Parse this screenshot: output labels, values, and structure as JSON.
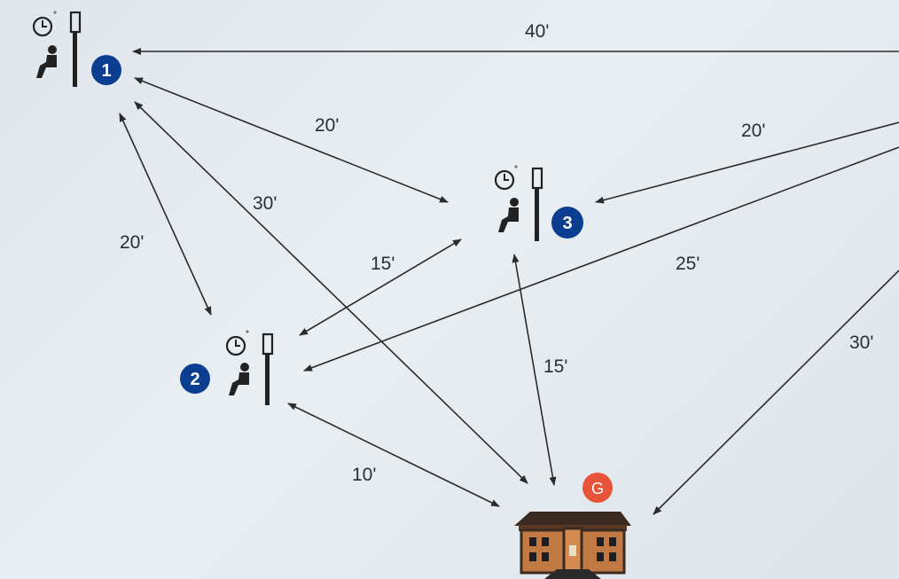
{
  "nodes": [
    {
      "id": "1",
      "label": "1",
      "color": "#0b3d91",
      "icons": [
        "clock-icon",
        "seated-person-icon",
        "bus-stop-pole-icon"
      ]
    },
    {
      "id": "2",
      "label": "2",
      "color": "#0b3d91",
      "icons": [
        "clock-icon",
        "seated-person-icon",
        "bus-stop-pole-icon"
      ]
    },
    {
      "id": "3",
      "label": "3",
      "color": "#0b3d91",
      "icons": [
        "clock-icon",
        "seated-person-icon",
        "bus-stop-pole-icon"
      ]
    },
    {
      "id": "G",
      "label": "G",
      "color": "#e8543a",
      "icons": [
        "school-building-icon"
      ]
    }
  ],
  "edges": [
    {
      "from": "offscreen-right",
      "to": "1",
      "label": "40'"
    },
    {
      "from": "1",
      "to": "3",
      "label": "20'"
    },
    {
      "from": "1",
      "to": "2",
      "label": "20'"
    },
    {
      "from": "1",
      "to": "G",
      "label": "30'"
    },
    {
      "from": "offscreen-right",
      "to": "3",
      "label": "20'"
    },
    {
      "from": "offscreen-right",
      "to": "2",
      "label": "25'"
    },
    {
      "from": "3",
      "to": "2",
      "label": "15'"
    },
    {
      "from": "3",
      "to": "G",
      "label": "15'"
    },
    {
      "from": "2",
      "to": "G",
      "label": "10'"
    },
    {
      "from": "offscreen-right",
      "to": "G",
      "label": "30'"
    }
  ]
}
